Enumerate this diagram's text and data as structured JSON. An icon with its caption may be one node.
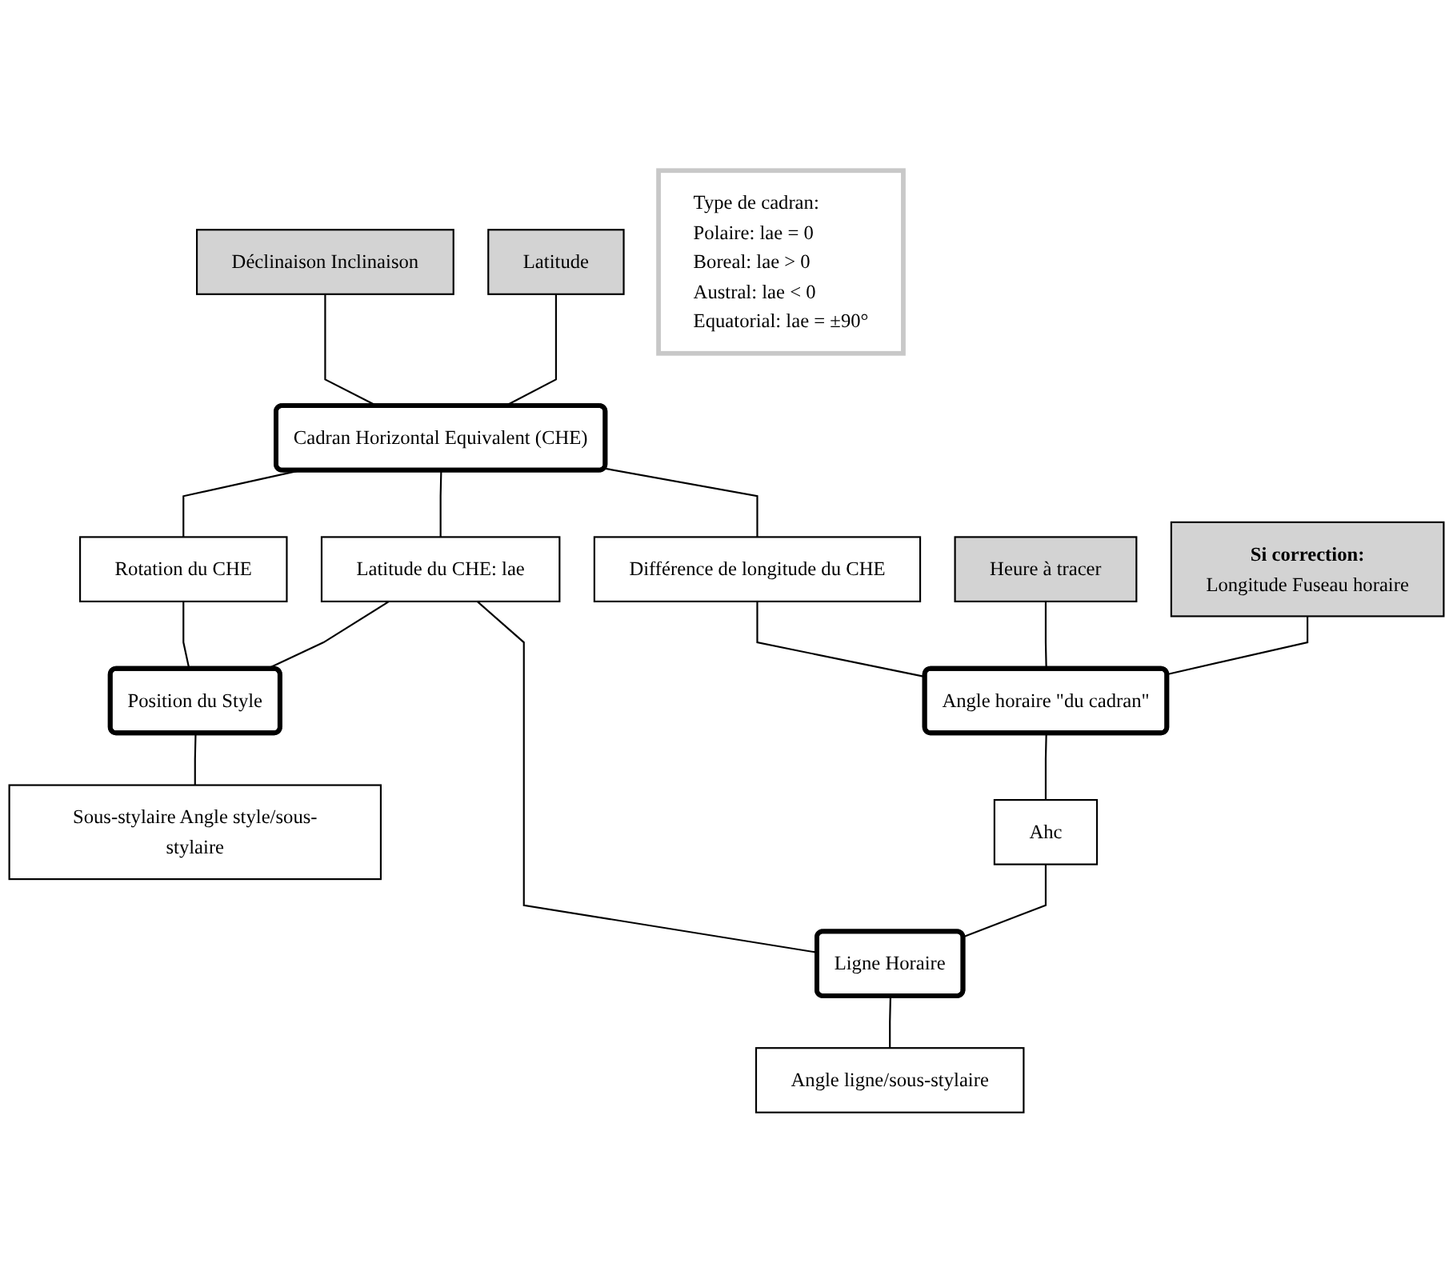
{
  "diagram": {
    "nodes": [
      {
        "text": [
          "Déclinaison Inclinaison"
        ]
      },
      {
        "text": [
          "Latitude"
        ]
      },
      {
        "text": [
          "Cadran Horizontal Equivalent (CHE)"
        ]
      },
      {
        "text": [
          "Heure à tracer"
        ]
      },
      {
        "text": [
          "Si correction:",
          "Longitude Fuseau horaire"
        ]
      },
      {
        "text": [
          "Rotation du CHE"
        ]
      },
      {
        "text": [
          "Latitude du CHE: lae"
        ]
      },
      {
        "text": [
          "Différence de longitude du CHE"
        ]
      },
      {
        "text": [
          "Position du Style"
        ]
      },
      {
        "text": [
          "Angle horaire \"du cadran\""
        ]
      },
      {
        "text": [
          "Sous-stylaire Angle style/sous-stylaire"
        ]
      },
      {
        "text": [
          "Ahc"
        ]
      },
      {
        "text": [
          "Ligne Horaire"
        ]
      },
      {
        "text": [
          "Angle ligne/sous-stylaire"
        ]
      },
      {
        "text": [
          "Type de cadran:",
          "Polaire: lae = 0",
          "Boreal: lae > 0",
          "Austral: lae < 0",
          "Equatorial: lae = ±90°"
        ]
      }
    ],
    "edges": [
      {
        "from": 0,
        "to": 2,
        "arrow": "none"
      },
      {
        "from": 1,
        "to": 2,
        "arrow": "none"
      },
      {
        "from": 2,
        "to": 5,
        "arrow": "none"
      },
      {
        "from": 2,
        "to": 6,
        "arrow": "none"
      },
      {
        "from": 2,
        "to": 7,
        "arrow": "none"
      },
      {
        "from": 5,
        "to": 8,
        "arrow": "none"
      },
      {
        "from": 6,
        "to": 8,
        "arrow": "none"
      },
      {
        "from": 8,
        "to": 10,
        "arrow": "none"
      },
      {
        "from": 6,
        "to": 12,
        "arrow": "none"
      },
      {
        "from": 7,
        "to": 9,
        "arrow": "none"
      },
      {
        "from": 3,
        "to": 9,
        "arrow": "none"
      },
      {
        "from": 4,
        "to": 9,
        "arrow": "none"
      },
      {
        "from": 9,
        "to": 11,
        "arrow": "none"
      },
      {
        "from": 11,
        "to": 12,
        "arrow": "none"
      },
      {
        "from": 12,
        "to": 13,
        "arrow": "none"
      }
    ]
  }
}
